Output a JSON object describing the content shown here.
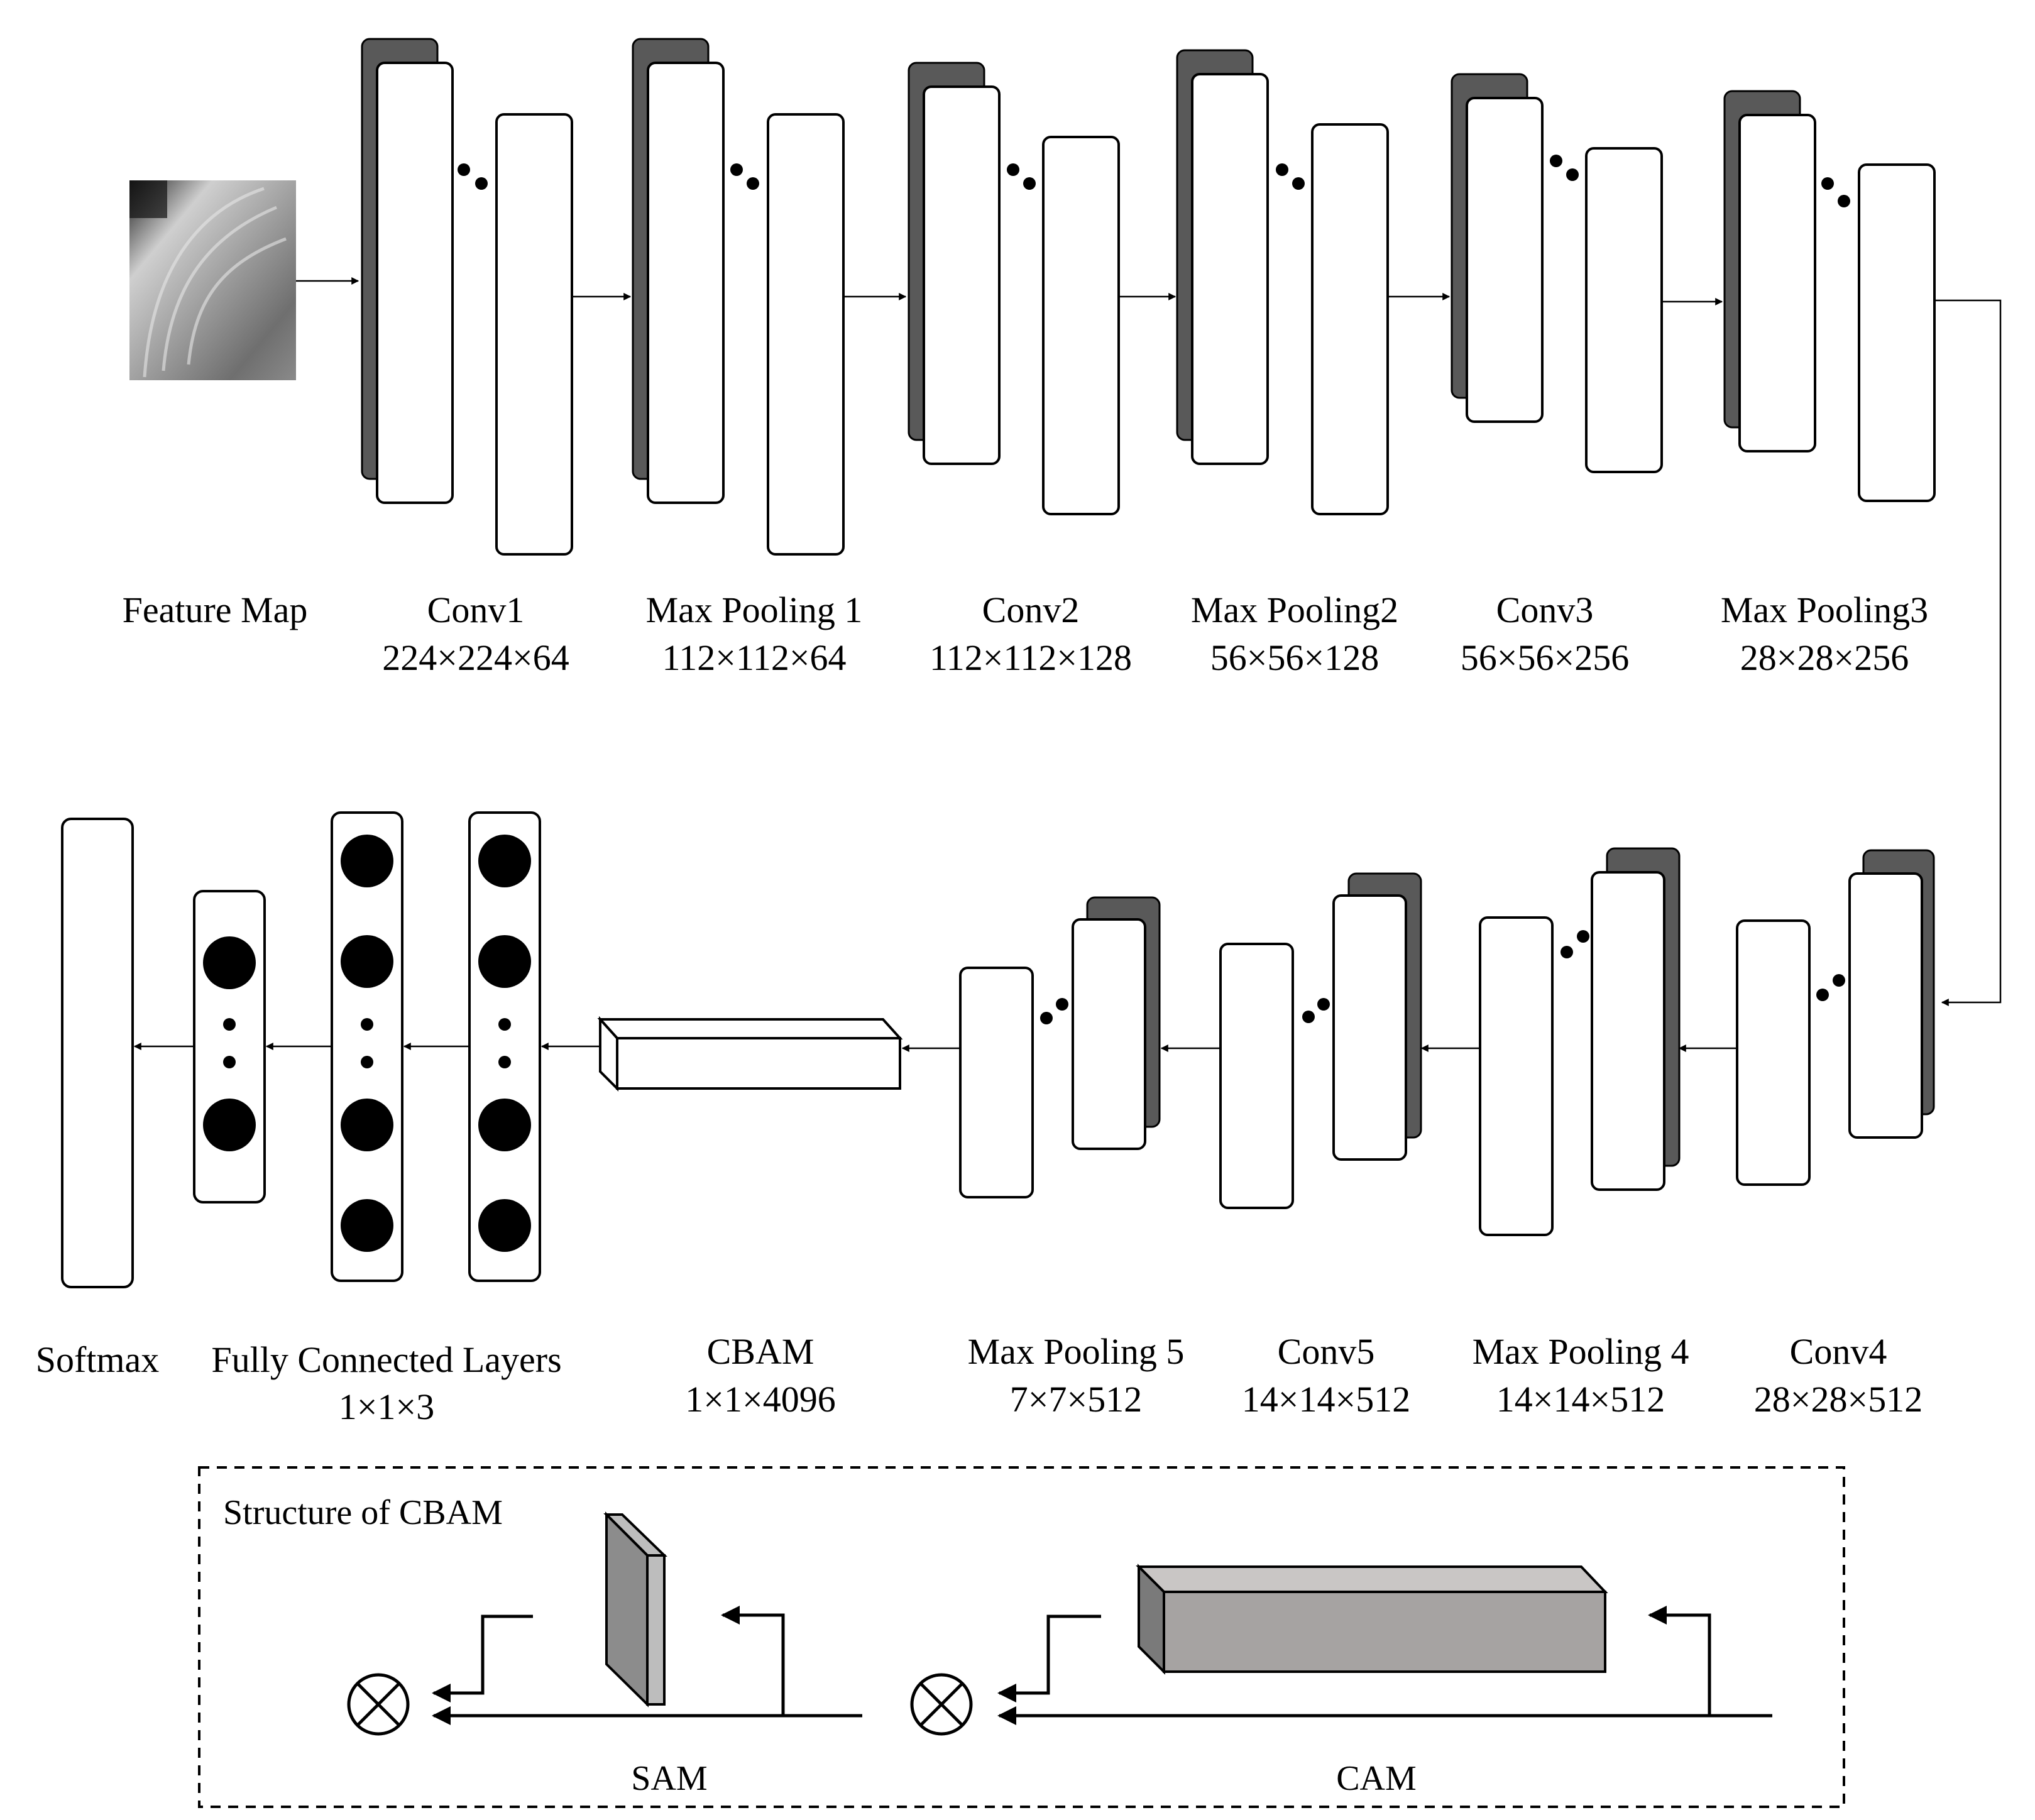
{
  "input": {
    "label": "Feature Map"
  },
  "top_row": [
    {
      "name": "Conv1",
      "dims": "224×224×64"
    },
    {
      "name": "Max Pooling 1",
      "dims": "112×112×64"
    },
    {
      "name": "Conv2",
      "dims": "112×112×128"
    },
    {
      "name": "Max Pooling2",
      "dims": "56×56×128"
    },
    {
      "name": "Conv3",
      "dims": "56×56×256"
    },
    {
      "name": "Max Pooling3",
      "dims": "28×28×256"
    }
  ],
  "bottom_row": [
    {
      "name": "Softmax",
      "dims": ""
    },
    {
      "name": "Fully Connected Layers",
      "dims": "1×1×3"
    },
    {
      "name": "CBAM",
      "dims": "1×1×4096"
    },
    {
      "name": "Max Pooling 5",
      "dims": "7×7×512"
    },
    {
      "name": "Conv5",
      "dims": "14×14×512"
    },
    {
      "name": "Max Pooling 4",
      "dims": "14×14×512"
    },
    {
      "name": "Conv4",
      "dims": "28×28×512"
    }
  ],
  "cbam_structure": {
    "title": "Structure of CBAM",
    "sam_label": "SAM",
    "cam_label": "CAM",
    "multiply_symbol": "⊗"
  },
  "colors": {
    "shadow": "#595959",
    "sam_block": "#8c8c8c",
    "cam_block": "#a6a3a2"
  }
}
